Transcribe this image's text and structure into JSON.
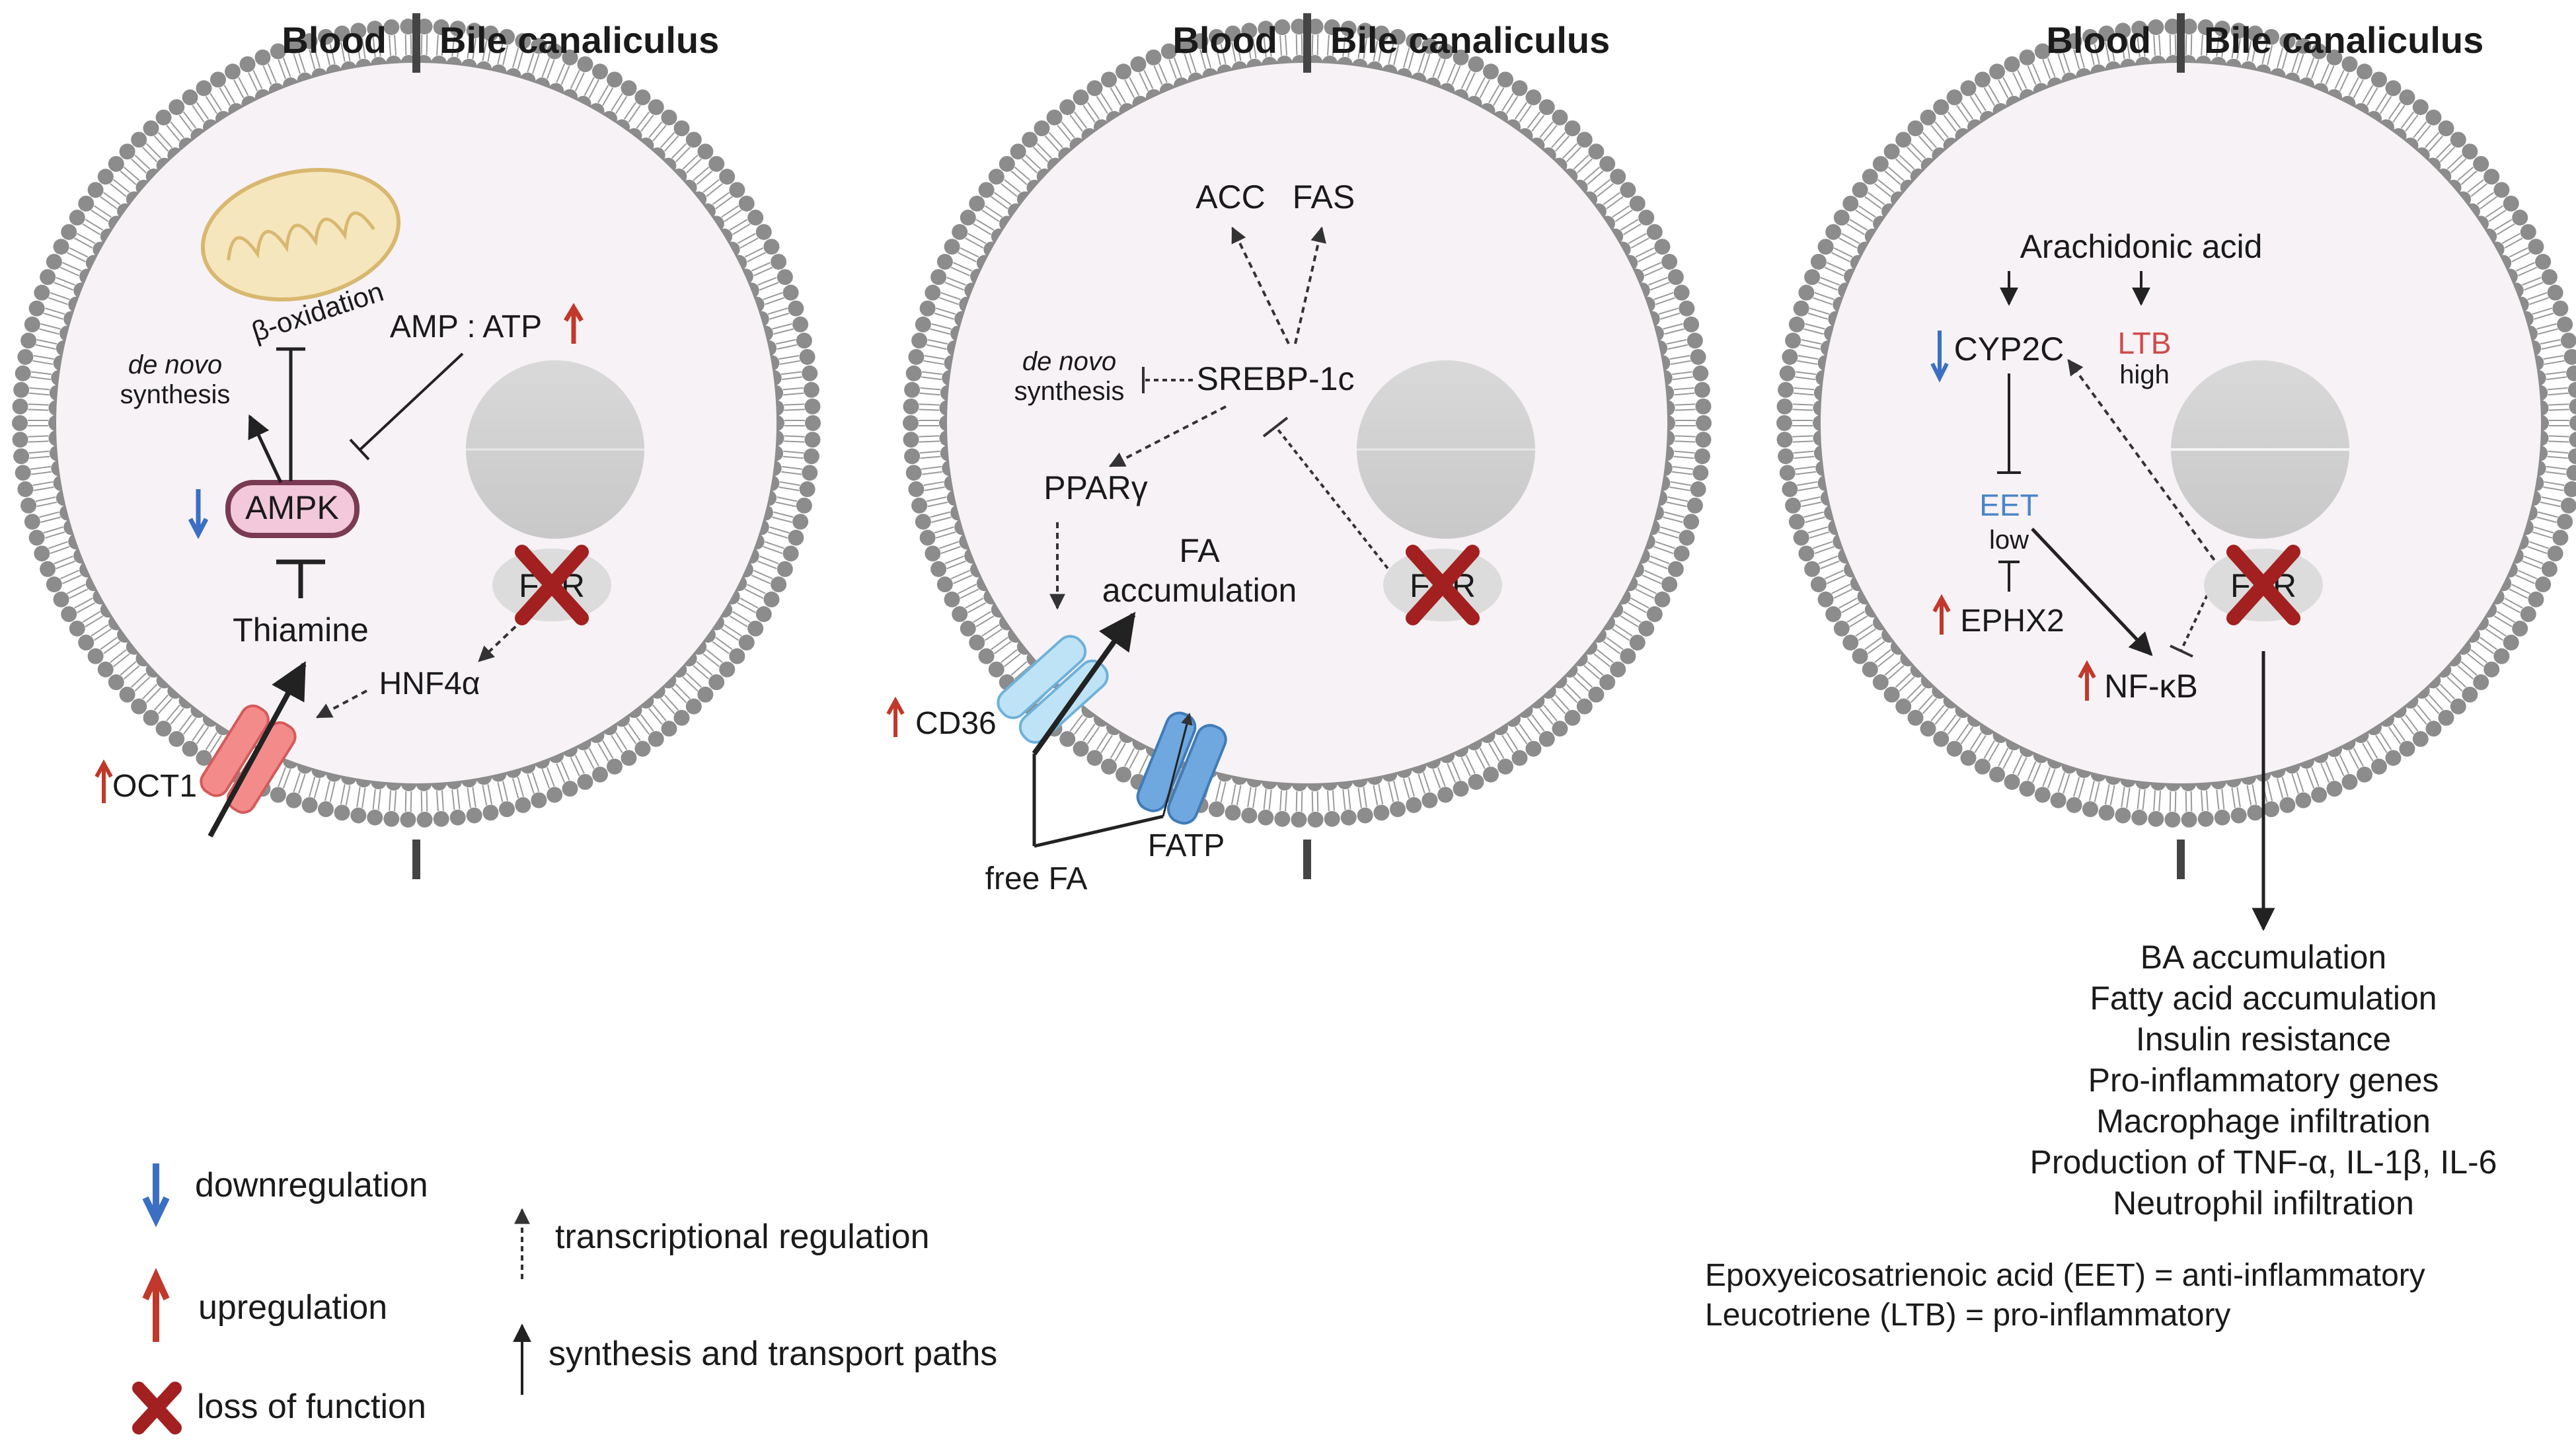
{
  "cells": [
    {
      "header": {
        "left": "Blood",
        "right": "Bile canaliculus"
      },
      "labels": {
        "beta_oxidation": "β-oxidation",
        "de_novo": "de novo",
        "synthesis": "synthesis",
        "amp_atp": "AMP : ATP",
        "ampk": "AMPK",
        "thiamine": "Thiamine",
        "hnf4a": "HNF4α",
        "oct1": "OCT1",
        "fxr": "FXR"
      }
    },
    {
      "header": {
        "left": "Blood",
        "right": "Bile canaliculus"
      },
      "labels": {
        "acc": "ACC",
        "fas": "FAS",
        "de_novo": "de novo",
        "synthesis": "synthesis",
        "srebp": "SREBP-1c",
        "ppar": "PPARγ",
        "fa_acc_1": "FA",
        "fa_acc_2": "accumulation",
        "cd36": "CD36",
        "free_fa": "free FA",
        "fatp": "FATP",
        "fxr": "FXR"
      }
    },
    {
      "header": {
        "left": "Blood",
        "right": "Bile canaliculus"
      },
      "labels": {
        "arachidonic": "Arachidonic acid",
        "cyp2c": "CYP2C",
        "ltb": "LTB",
        "high": "high",
        "eet": "EET",
        "low": "low",
        "ephx2": "EPHX2",
        "nfkb": "NF-κB",
        "fxr": "FXR"
      }
    }
  ],
  "outcomes": [
    "BA accumulation",
    "Fatty acid accumulation",
    "Insulin resistance",
    "Pro-inflammatory genes",
    "Macrophage infiltration",
    "Production of TNF-α, IL-1β, IL-6",
    "Neutrophil infiltration"
  ],
  "definitions": [
    "Epoxyeicosatrienoic acid (EET) = anti-inflammatory",
    "Leucotriene (LTB) = pro-inflammatory"
  ],
  "legend": {
    "downregulation": "downregulation",
    "upregulation": "upregulation",
    "loss_of_function": "loss of function",
    "transcriptional": "transcriptional regulation",
    "synthesis_transport": "synthesis and transport paths"
  },
  "colors": {
    "down": "#3b6fc4",
    "up": "#c0392b",
    "loss": "#a32020",
    "eet": "#4a86c8",
    "ltb": "#d04a4a",
    "membrane": "#8c8c8c",
    "cytoplasm": "#f7f2f5",
    "nucleus": "#d3d3d3"
  }
}
